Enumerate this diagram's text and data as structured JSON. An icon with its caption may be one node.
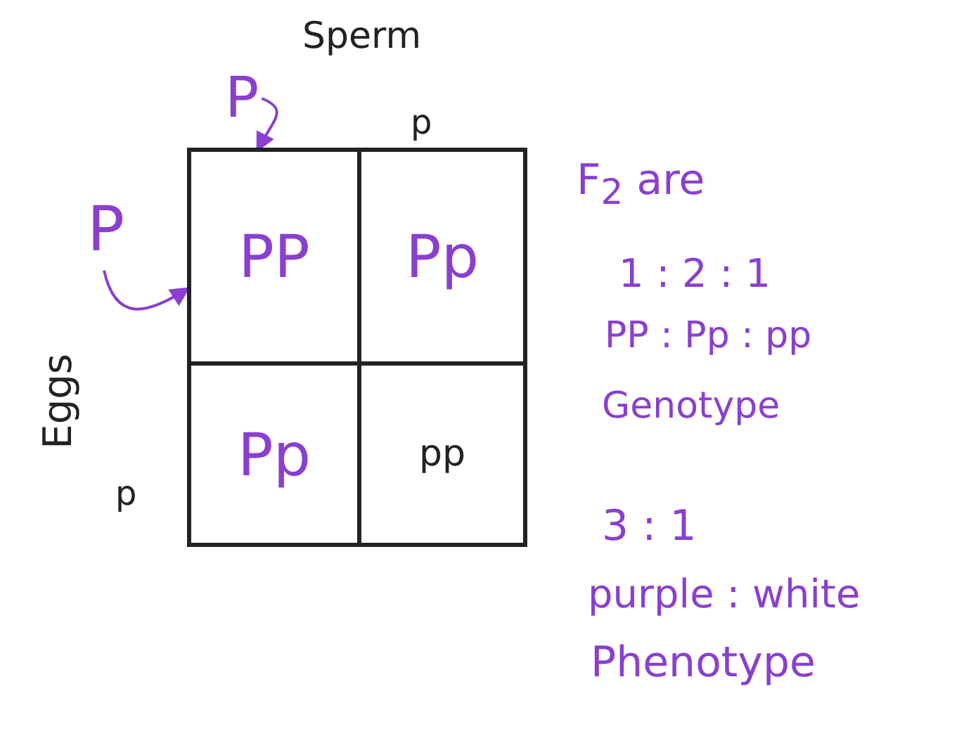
{
  "diagram": {
    "nodes": [
      {
        "text": [
          "P"
        ]
      },
      {
        "text": [
          "P"
        ]
      },
      {
        "text": [
          "PP"
        ]
      },
      {
        "text": [
          "Pp"
        ]
      },
      {
        "text": [
          "Pp"
        ]
      },
      {
        "text": [
          "pp"
        ]
      }
    ],
    "edges": [
      {
        "from": 0,
        "to": 2,
        "arrow": "to"
      },
      {
        "from": 1,
        "to": 2,
        "arrow": "to"
      }
    ],
    "labels": [
      "Sperm",
      "p",
      "Eggs",
      "p",
      "F$_{2}$ are",
      "1 : 2 : 1",
      "PP : Pp : pp",
      "Genotype",
      "3 : 1",
      "purple : white",
      "Phenotype"
    ]
  }
}
